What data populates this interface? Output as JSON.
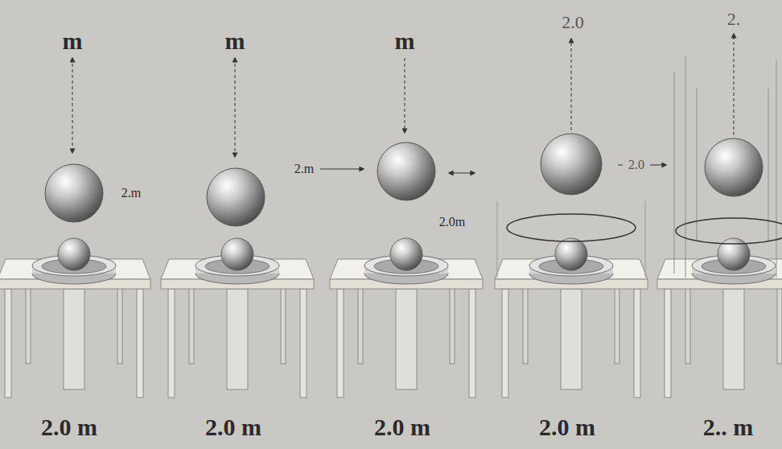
{
  "diagram": {
    "labels": [
      "m",
      "2.m",
      "m",
      "2.m",
      "m",
      "2.0m",
      "2.0",
      "2.0",
      "2.",
      "2.0 m",
      "2.0 m",
      "2.0 m",
      "2.0 m",
      "2.. m"
    ]
  }
}
